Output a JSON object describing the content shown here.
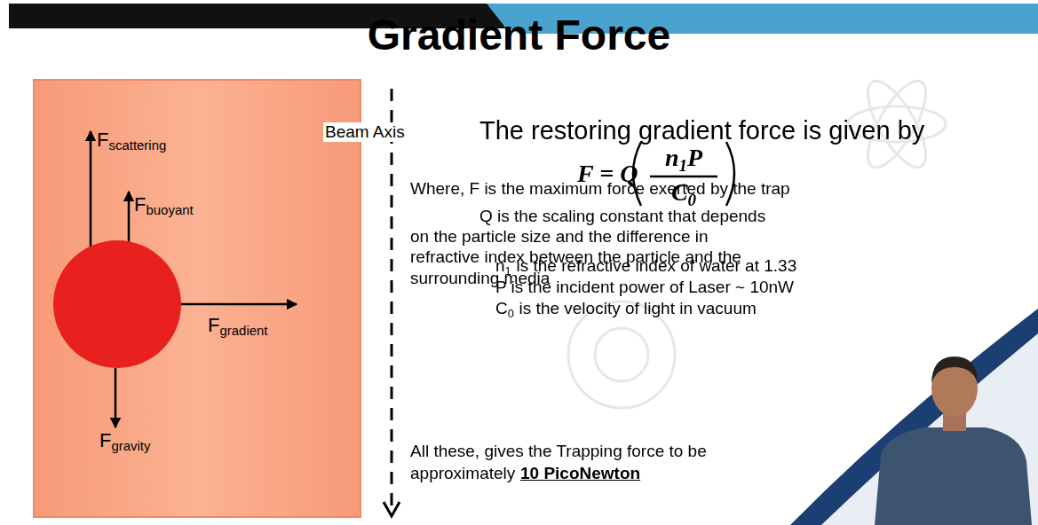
{
  "diagram": {
    "title": "Gradient Force",
    "labels": [
      "F",
      "scattering",
      "F",
      "buoyant",
      "F",
      "gradient",
      "F",
      "gravity",
      "Beam Axis",
      "The restoring gradient force is given by",
      "F = Q",
      "n",
      "1",
      "P",
      "C",
      "0",
      "Where, F is the maximum force exerted by the trap",
      "Q is the scaling constant that depends on the particle size and the difference in refractive index between the particle and the surrounding media",
      "n",
      "1",
      "is the refractive index of water at 1.33",
      "P is the incident power of Laser ~ 10nW",
      "C",
      "0",
      "is the velocity of light in vacuum",
      "All these, gives the Trapping force to be approximately",
      "10 PicoNewton"
    ]
  }
}
